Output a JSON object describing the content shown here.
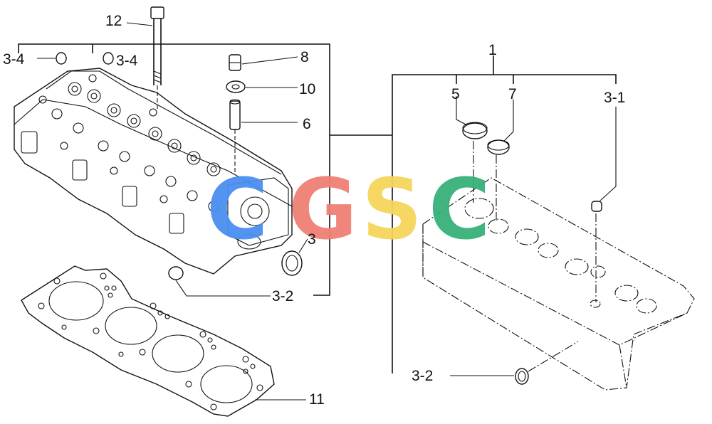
{
  "labels": {
    "p12": "12",
    "p3_4_left": "3-4",
    "p3_4_right": "3-4",
    "p8": "8",
    "p10": "10",
    "p6": "6",
    "p3": "3",
    "p3_2_upper": "3-2",
    "p11": "11",
    "p1": "1",
    "p5": "5",
    "p7": "7",
    "p3_1": "3-1",
    "p3_2_lower": "3-2"
  },
  "watermark": {
    "letters": [
      "C",
      "G",
      "S",
      "C"
    ],
    "colors": [
      "#4a8ff0",
      "#f07f74",
      "#f6d55c",
      "#37b07a"
    ]
  }
}
